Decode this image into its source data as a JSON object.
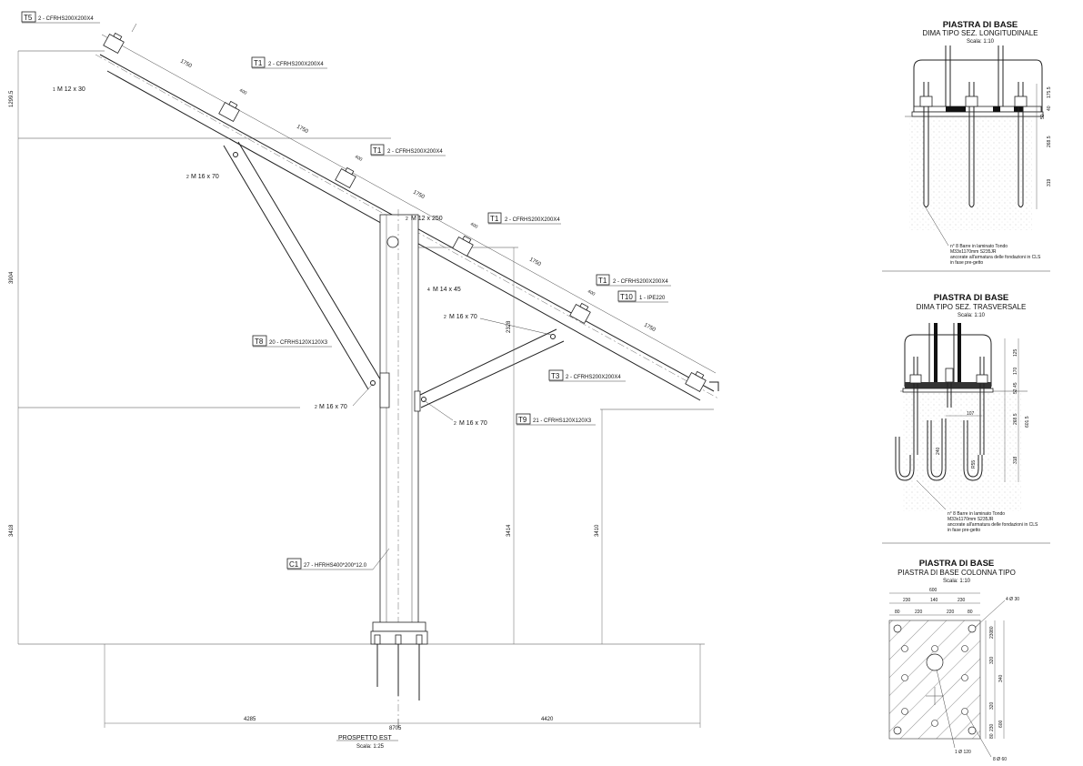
{
  "main_view": {
    "title": "PROSPETTO EST",
    "scale": "Scala: 1:25",
    "tags": [
      {
        "code": "T5",
        "desc": "2 - CFRHS200X200X4"
      },
      {
        "code": "T1",
        "desc": "2 - CFRHS200X200X4"
      },
      {
        "code": "T1",
        "desc": "2 - CFRHS200X200X4"
      },
      {
        "code": "T1",
        "desc": "2 - CFRHS200X200X4"
      },
      {
        "code": "T1",
        "desc": "2 - CFRHS200X200X4"
      },
      {
        "code": "T10",
        "desc": "1 - IPE220"
      },
      {
        "code": "T3",
        "desc": "2 - CFRHS200X200X4"
      },
      {
        "code": "T8",
        "desc": "20 - CFRHS120X120X3"
      },
      {
        "code": "T9",
        "desc": "21 - CFRHS120X120X3"
      },
      {
        "code": "C1",
        "desc": "27 - HFRHS400*200*12.0"
      }
    ],
    "bolts": [
      {
        "qty": "1",
        "spec": "M 12 x 30"
      },
      {
        "qty": "2",
        "spec": "M 16 x 70"
      },
      {
        "qty": "2",
        "spec": "M 12 x 250"
      },
      {
        "qty": "4",
        "spec": "M 14 x 45"
      },
      {
        "qty": "2",
        "spec": "M 16 x 70"
      },
      {
        "qty": "2",
        "spec": "M 16 x 70"
      },
      {
        "qty": "2",
        "spec": "M 16 x 70"
      }
    ],
    "dims_beam": [
      "1750",
      "1750",
      "1750",
      "1750",
      "1750"
    ],
    "dims_small": [
      "400",
      "400",
      "400",
      "400",
      "400"
    ],
    "dims_left": [
      "1299.5",
      "3904",
      "3418"
    ],
    "dims_right": [
      "2328",
      "3414",
      "3410"
    ],
    "dims_bottom": [
      "4285",
      "8705",
      "4420"
    ]
  },
  "detail_long": {
    "title": "PIASTRA DI BASE",
    "subtitle": "DIMA TIPO SEZ. LONGITUDINALE",
    "scale": "Scala: 1:10",
    "dims": [
      "175.5",
      "40",
      "50",
      "268.5",
      "319"
    ],
    "note": [
      "n° 8 Barre in laminato Tondo",
      "M33x1170mm S235JR",
      "ancorate all'armatura delle fondazioni in CLS",
      "in fase pre-getto"
    ]
  },
  "detail_trans": {
    "title": "PIASTRA DI BASE",
    "subtitle": "DIMA TIPO SEZ. TRASVERSALE",
    "scale": "Scala: 1:10",
    "dims": [
      "125",
      "170",
      "52.45",
      "268.5",
      "318",
      "601.5",
      "107",
      "240",
      "R55"
    ],
    "note": [
      "n° 8 Barre in laminato Tondo",
      "M33x1170mm S235JR",
      "ancorate all'armatura delle fondazioni in CLS",
      "in fase pre-getto"
    ]
  },
  "detail_plate": {
    "title": "PIASTRA DI BASE",
    "subtitle": "PIASTRA DI BASE COLONNA TIPO",
    "scale": "Scala: 1:10",
    "dims_top": [
      "600",
      "230",
      "140",
      "230"
    ],
    "dims_top2": [
      "80",
      "220",
      "220",
      "80"
    ],
    "dims_right": [
      "230",
      "320",
      "340",
      "320",
      "230",
      "80",
      "80",
      "600"
    ],
    "labels": [
      "4 Ø 30",
      "1 Ø 120",
      "8 Ø 60"
    ]
  },
  "colors": {
    "line": "#222222",
    "paper": "#ffffff"
  }
}
